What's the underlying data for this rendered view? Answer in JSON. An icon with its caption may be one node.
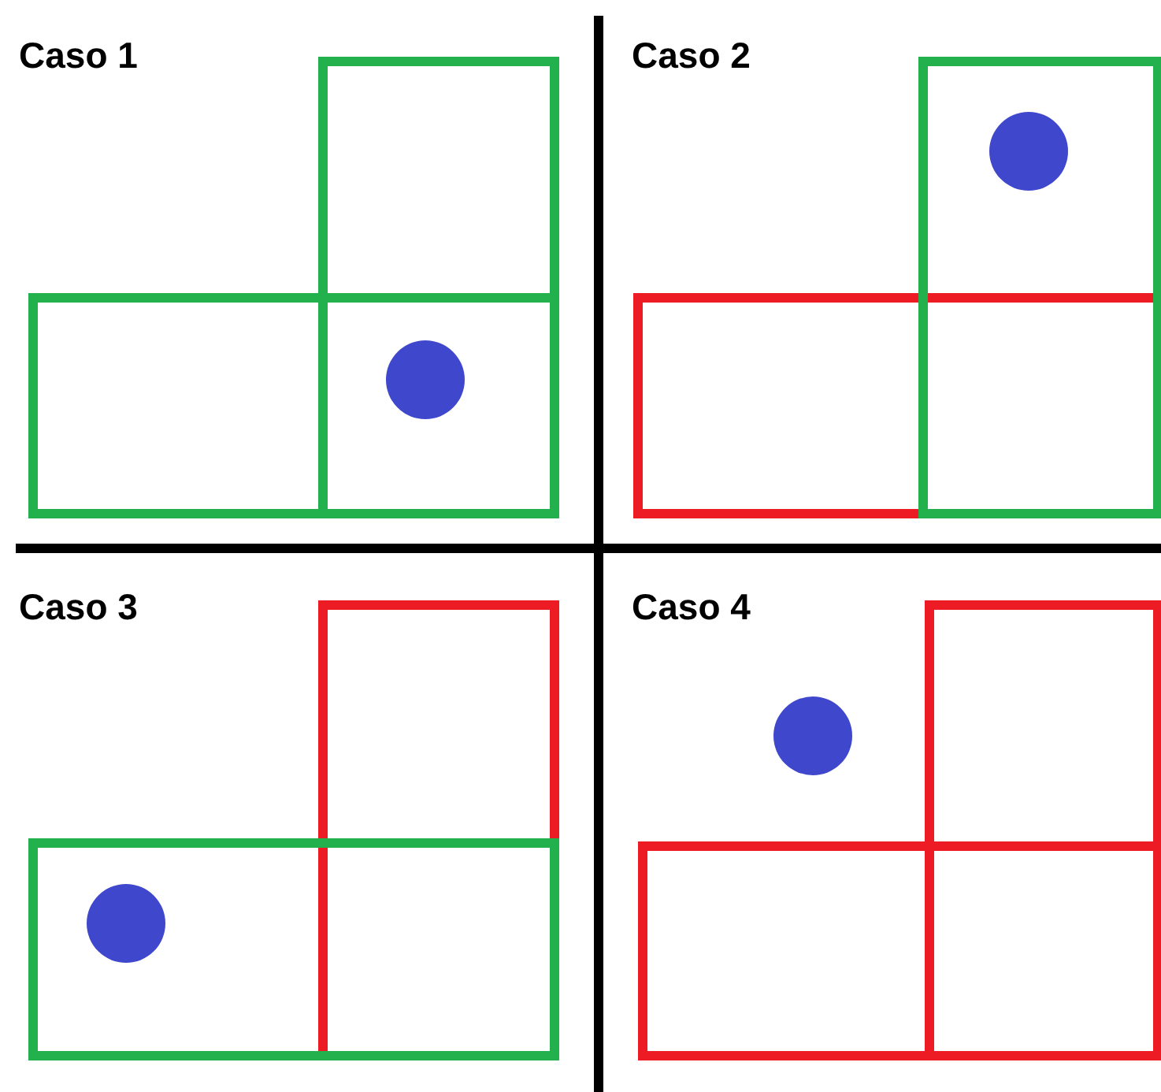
{
  "diagram": {
    "labels": [
      "Caso 1",
      "Caso 2",
      "Caso 3",
      "Caso 4"
    ]
  }
}
